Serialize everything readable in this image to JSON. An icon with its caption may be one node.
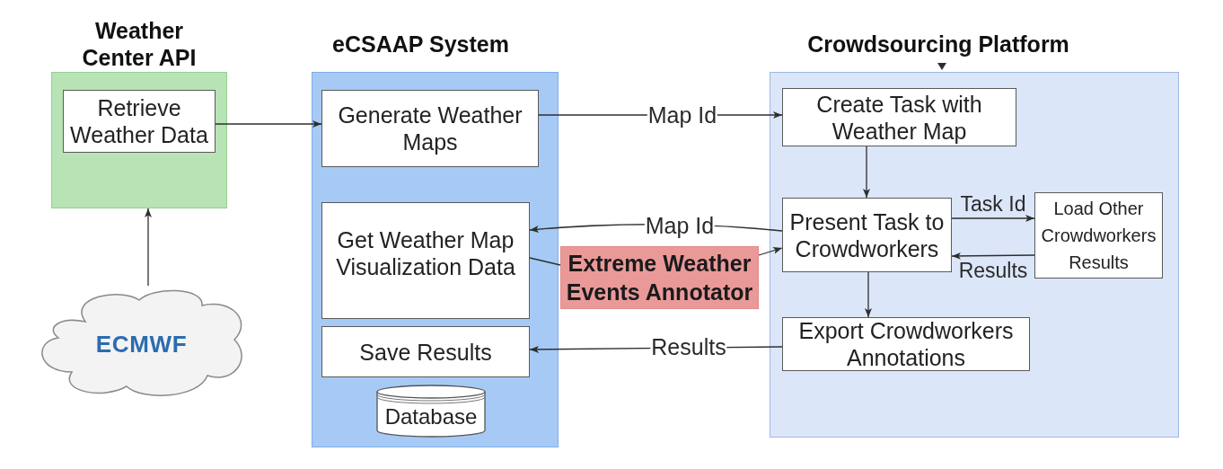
{
  "diagram": {
    "nodes": [
      {
        "text": [
          "Weather Center API"
        ]
      },
      {
        "text": [
          "Retrieve Weather Data"
        ],
        "in": 0
      },
      {
        "text": [
          "ECMWF"
        ]
      },
      {
        "text": [
          "eCSAAP System"
        ]
      },
      {
        "text": [
          "Generate Weather Maps"
        ],
        "in": 3
      },
      {
        "text": [
          "Get Weather Map Visualization Data"
        ],
        "in": 3
      },
      {
        "text": [
          "Save Results"
        ],
        "in": 3
      },
      {
        "text": [
          "Database"
        ],
        "in": 3
      },
      {
        "text": [
          "Extreme Weather Events Annotator"
        ]
      },
      {
        "text": [
          "Crowdsourcing Platform"
        ]
      },
      {
        "text": [
          "Create Task with Weather Map"
        ],
        "in": 9
      },
      {
        "text": [
          "Present Task to Crowdworkers"
        ],
        "in": 9
      },
      {
        "text": [
          "Load Other Crowdworkers Results"
        ],
        "in": 9
      },
      {
        "text": [
          "Export Crowdworkers Annotations"
        ],
        "in": 9
      }
    ],
    "edges": [
      {
        "from": 1,
        "to": 4,
        "arrow": "to"
      },
      {
        "from": 4,
        "to": 10,
        "label": "Map Id",
        "arrow": "to"
      },
      {
        "from": 10,
        "to": 11,
        "arrow": "to"
      },
      {
        "from": 11,
        "to": 5,
        "label": "Map Id",
        "arrow": "to"
      },
      {
        "from": 5,
        "to": 8,
        "arrow": "none"
      },
      {
        "from": 8,
        "to": 11,
        "arrow": "to"
      },
      {
        "from": 11,
        "to": 12,
        "label": "Task Id",
        "arrow": "to"
      },
      {
        "from": 12,
        "to": 11,
        "label": "Results",
        "arrow": "to"
      },
      {
        "from": 11,
        "to": 13,
        "arrow": "to"
      },
      {
        "from": 13,
        "to": 6,
        "label": "Results",
        "arrow": "to"
      },
      {
        "from": 2,
        "to": 0,
        "arrow": "to"
      }
    ]
  }
}
